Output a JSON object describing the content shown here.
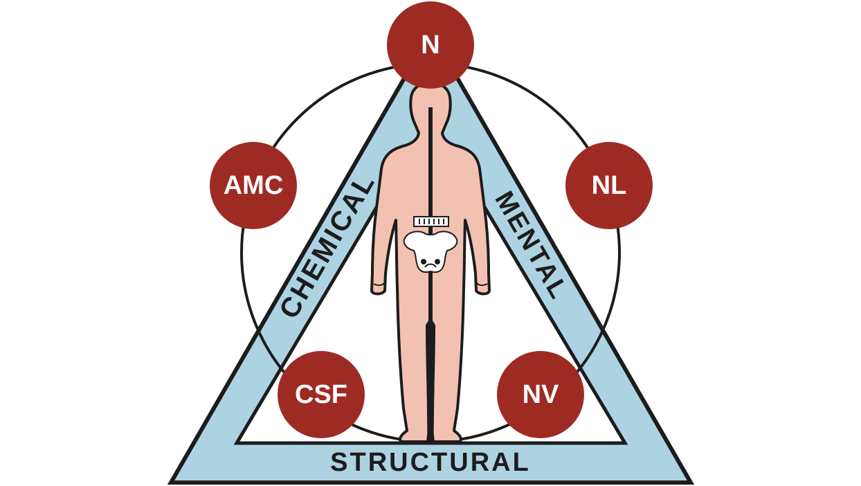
{
  "triangle": {
    "sides": {
      "left": "CHEMICAL",
      "right": "MENTAL",
      "bottom": "STRUCTURAL"
    },
    "fill_color": "#add3e3",
    "stroke_color": "#1c1c1c"
  },
  "nodes": [
    {
      "id": "top",
      "label": "N"
    },
    {
      "id": "upper-left",
      "label": "AMC"
    },
    {
      "id": "upper-right",
      "label": "NL"
    },
    {
      "id": "lower-left",
      "label": "CSF"
    },
    {
      "id": "lower-right",
      "label": "NV"
    }
  ],
  "colors": {
    "node_fill": "#9e2a24",
    "node_text": "#ffffff",
    "body_fill": "#f2c1b2",
    "outline": "#1c1c1c",
    "background": "#ffffff"
  },
  "icons": {
    "body": "human-figure-icon",
    "pelvis": "pelvis-icon",
    "spine": "spine-icon"
  }
}
